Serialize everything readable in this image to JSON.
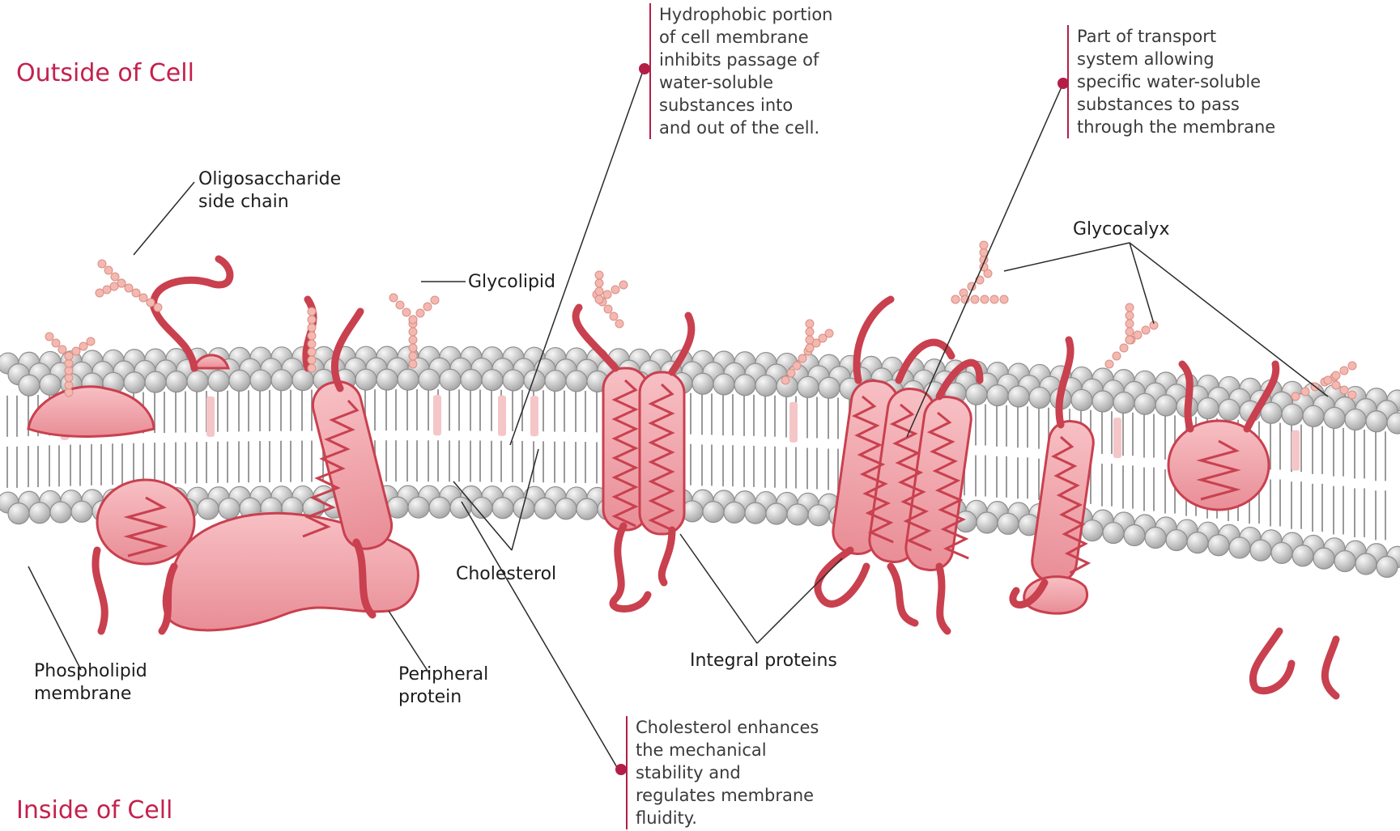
{
  "regions": {
    "outside": "Outside of Cell",
    "inside": "Inside of Cell"
  },
  "labels": {
    "oligosaccharide": [
      "Oligosaccharide",
      "side chain"
    ],
    "glycolipid": "Glycolipid",
    "glycocalyx": "Glycocalyx",
    "cholesterol": "Cholesterol",
    "integral_proteins": "Integral proteins",
    "phospholipid": [
      "Phospholipid",
      "membrane"
    ],
    "peripheral": [
      "Peripheral",
      "protein"
    ]
  },
  "notes": {
    "hydrophobic": [
      "Hydrophobic portion",
      "of cell membrane",
      "inhibits passage of",
      "water-soluble",
      "substances into",
      "and out of the cell."
    ],
    "transport": [
      "Part of transport",
      "system allowing",
      "specific water-soluble",
      "substances to pass",
      "through the membrane"
    ],
    "cholesterol": [
      "Cholesterol enhances",
      "the mechanical",
      "stability and",
      "regulates membrane",
      "fluidity."
    ]
  },
  "colors": {
    "accent": "#c4214c",
    "protein_fill": "#f2a8ae",
    "protein_stroke": "#c9404f",
    "head_fill": "#d4d4d4",
    "head_stroke": "#8e8e8e",
    "sugar": "#f4b8b0"
  }
}
